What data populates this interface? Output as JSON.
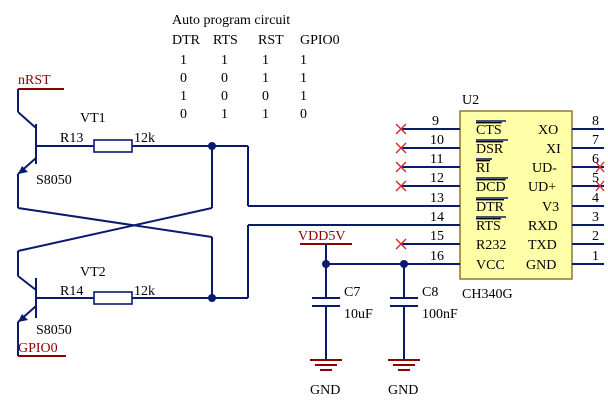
{
  "table": {
    "title": "Auto program circuit",
    "headers": [
      "DTR",
      "RTS",
      "RST",
      "GPIO0"
    ],
    "rows": [
      [
        "1",
        "1",
        "1",
        "1"
      ],
      [
        "0",
        "0",
        "1",
        "1"
      ],
      [
        "1",
        "0",
        "0",
        "1"
      ],
      [
        "0",
        "1",
        "1",
        "0"
      ]
    ]
  },
  "nets": {
    "nrst": "nRST",
    "gpio0": "GPIO0",
    "vdd": "VDD5V",
    "gnd1": "GND",
    "gnd2": "GND"
  },
  "transistors": {
    "vt1": {
      "ref": "VT1",
      "part": "S8050"
    },
    "vt2": {
      "ref": "VT2",
      "part": "S8050"
    }
  },
  "resistors": {
    "r13": {
      "ref": "R13",
      "value": "12k"
    },
    "r14": {
      "ref": "R14",
      "value": "12k"
    }
  },
  "capacitors": {
    "c7": {
      "ref": "C7",
      "value": "10uF"
    },
    "c8": {
      "ref": "C8",
      "value": "100nF"
    }
  },
  "chip": {
    "ref": "U2",
    "part": "CH340G",
    "left_pins": [
      {
        "num": "9",
        "name": "CTS",
        "overline": true
      },
      {
        "num": "10",
        "name": "DSR",
        "overline": true
      },
      {
        "num": "11",
        "name": "RI",
        "overline": true
      },
      {
        "num": "12",
        "name": "DCD",
        "overline": true
      },
      {
        "num": "13",
        "name": "DTR",
        "overline": true
      },
      {
        "num": "14",
        "name": "RTS",
        "overline": true
      },
      {
        "num": "15",
        "name": "R232",
        "overline": false
      },
      {
        "num": "16",
        "name": "VCC",
        "overline": false
      }
    ],
    "right_pins": [
      {
        "num": "8",
        "name": "XO"
      },
      {
        "num": "7",
        "name": "XI"
      },
      {
        "num": "6",
        "name": "UD-"
      },
      {
        "num": "5",
        "name": "UD+"
      },
      {
        "num": "4",
        "name": "V3"
      },
      {
        "num": "3",
        "name": "RXD"
      },
      {
        "num": "2",
        "name": "TXD"
      },
      {
        "num": "1",
        "name": "GND"
      }
    ]
  },
  "colors": {
    "wire": "#0a1a6e",
    "chip_fill": "#ffffa8",
    "power": "#8b0000",
    "no_connect": "#d22a2a"
  }
}
